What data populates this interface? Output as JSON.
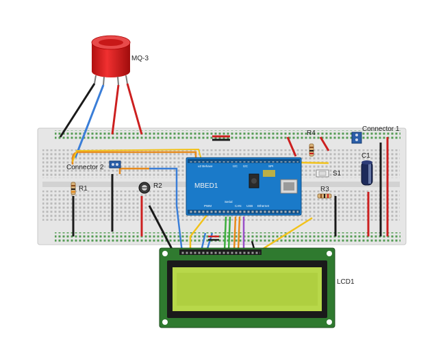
{
  "labels": {
    "sensor": "MQ-3",
    "connector1": "Connector 1",
    "connector2": "Connector 2",
    "r1": "R1",
    "r2": "R2",
    "r3": "R3",
    "r4": "R4",
    "s1": "S1",
    "c1": "C1",
    "mbed": "MBED1",
    "lcd": "LCD1"
  },
  "mbed_pin_labels": {
    "top_left": "u2 Behave",
    "serial": "Serial",
    "i2c_1": "I2C",
    "i2c_2": "I2C",
    "can": "CAN",
    "pwm": "PWM",
    "spi": "SPI",
    "usb": "USB",
    "ethernet": "Ethernet"
  },
  "colors": {
    "breadboard": "#e6e6e6",
    "mbed_board": "#1a7ac9",
    "lcd_pcb": "#2f7a2f",
    "lcd_screen": "#b8d84a",
    "sensor": "#e02020",
    "wire_red": "#cc1f1f",
    "wire_black": "#1a1a1a",
    "wire_blue": "#3a7ed8",
    "wire_orange": "#e88a1a",
    "wire_yellow": "#f2c21a",
    "wire_green": "#3cae3c",
    "wire_purple": "#9a4fc8"
  }
}
